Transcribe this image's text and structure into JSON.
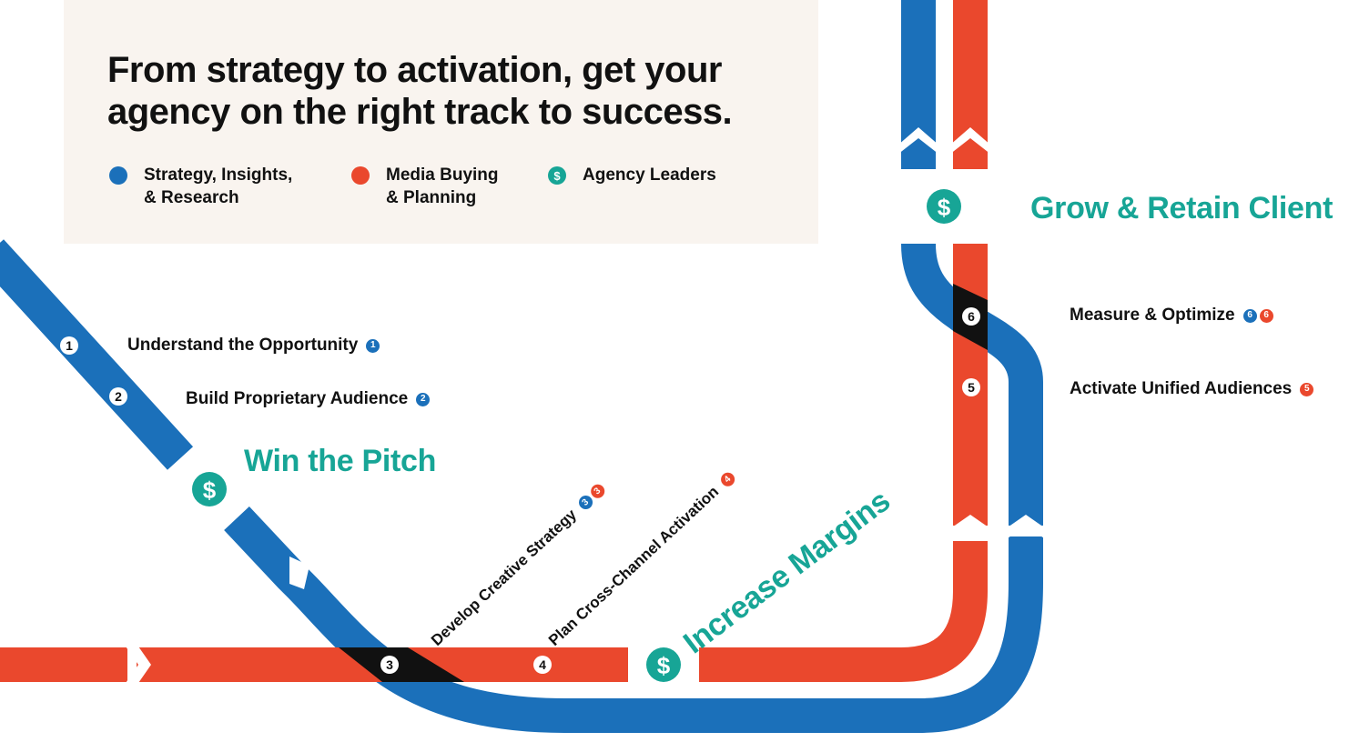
{
  "headline": "From strategy to activation, get your agency on the right track to success.",
  "legend": [
    {
      "label": "Strategy, Insights,\n& Research",
      "color": "#1b70ba",
      "icon": ""
    },
    {
      "label": "Media Buying\n& Planning",
      "color": "#ea482d",
      "icon": ""
    },
    {
      "label": "Agency Leaders",
      "color": "#17a596",
      "icon": "$"
    }
  ],
  "goals": {
    "win_pitch": "Win the Pitch",
    "increase_margins": "Increase Margins",
    "grow_retain": "Grow & Retain Client"
  },
  "steps": [
    {
      "number": "1",
      "label": "Understand the Opportunity",
      "badges": [
        {
          "num": "1",
          "color": "#1b70ba"
        }
      ]
    },
    {
      "number": "2",
      "label": "Build Proprietary Audience",
      "badges": [
        {
          "num": "2",
          "color": "#1b70ba"
        }
      ]
    },
    {
      "number": "3",
      "label": "Develop Creative Strategy",
      "badges": [
        {
          "num": "3",
          "color": "#1b70ba"
        },
        {
          "num": "3",
          "color": "#ea482d"
        }
      ]
    },
    {
      "number": "4",
      "label": "Plan Cross-Channel Activation",
      "badges": [
        {
          "num": "4",
          "color": "#ea482d"
        }
      ]
    },
    {
      "number": "5",
      "label": "Activate Unified Audiences",
      "badges": [
        {
          "num": "5",
          "color": "#ea482d"
        }
      ]
    },
    {
      "number": "6",
      "label": "Measure & Optimize",
      "badges": [
        {
          "num": "6",
          "color": "#1b70ba"
        },
        {
          "num": "6",
          "color": "#ea482d"
        }
      ]
    }
  ],
  "dollar_symbol": "$",
  "colors": {
    "blue": "#1b70ba",
    "red": "#ea482d",
    "teal": "#17a596",
    "black": "#111111",
    "panel": "#f9f4ef"
  }
}
